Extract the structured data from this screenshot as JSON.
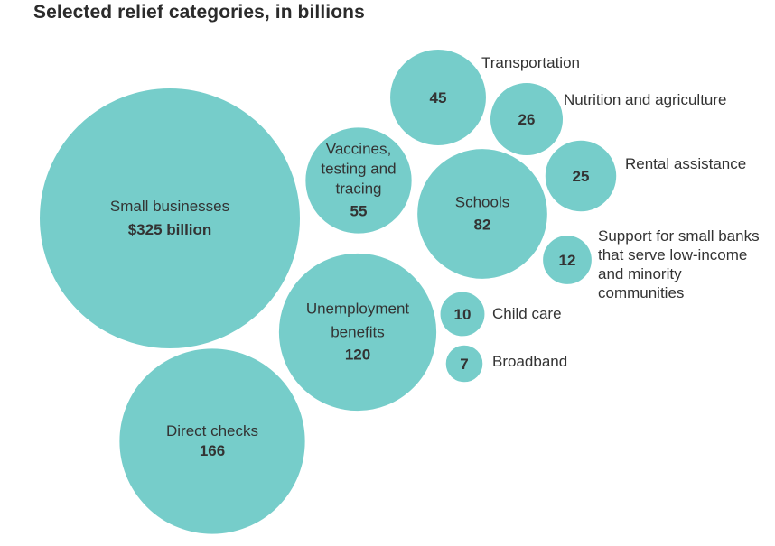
{
  "title": "Selected relief categories, in billions",
  "colors": {
    "bubble": "#76cdca",
    "bubble_stroke": "#ffffff",
    "text": "#333333",
    "title": "#2b2b2b"
  },
  "chart_data": {
    "type": "bubble",
    "title": "Selected relief categories, in billions",
    "unit": "billions",
    "items": [
      {
        "id": "small-businesses",
        "label": "Small businesses",
        "value": 325,
        "value_text": "$325 billion"
      },
      {
        "id": "direct-checks",
        "label": "Direct checks",
        "value": 166,
        "value_text": "166"
      },
      {
        "id": "unemployment-benefits",
        "label": "Unemployment benefits",
        "value": 120,
        "value_text": "120"
      },
      {
        "id": "schools",
        "label": "Schools",
        "value": 82,
        "value_text": "82"
      },
      {
        "id": "vaccines",
        "label": "Vaccines, testing and tracing",
        "value": 55,
        "value_text": "55"
      },
      {
        "id": "transportation",
        "label": "Transportation",
        "value": 45,
        "value_text": "45"
      },
      {
        "id": "nutrition",
        "label": "Nutrition and agriculture",
        "value": 26,
        "value_text": "26"
      },
      {
        "id": "rental",
        "label": "Rental assistance",
        "value": 25,
        "value_text": "25"
      },
      {
        "id": "small-banks",
        "label": "Support for small banks that serve low-income and minority communities",
        "value": 12,
        "value_text": "12"
      },
      {
        "id": "child-care",
        "label": "Child care",
        "value": 10,
        "value_text": "10"
      },
      {
        "id": "broadband",
        "label": "Broadband",
        "value": 7,
        "value_text": "7"
      }
    ]
  }
}
